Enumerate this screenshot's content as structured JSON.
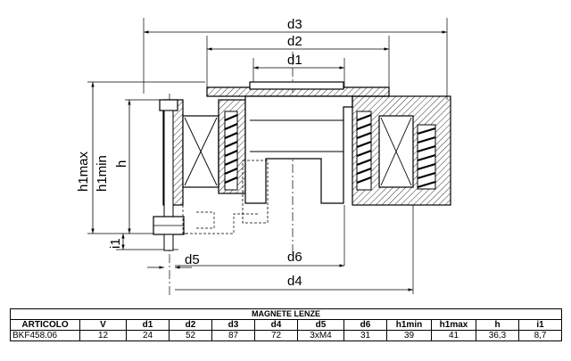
{
  "drawing": {
    "labels": {
      "d3": "d3",
      "d2": "d2",
      "d1": "d1",
      "d6": "d6",
      "d4": "d4",
      "d5": "d5",
      "h1max": "h1max",
      "h1min": "h1min",
      "h": "h",
      "i1": "i1"
    }
  },
  "table": {
    "title": "MAGNETE LENZE",
    "headers": [
      "ARTICOLO",
      "V",
      "d1",
      "d2",
      "d3",
      "d4",
      "d5",
      "d6",
      "h1min",
      "h1max",
      "h",
      "i1"
    ],
    "rows": [
      [
        "BKF458.06",
        "12",
        "24",
        "52",
        "87",
        "72",
        "3xM4",
        "31",
        "39",
        "41",
        "36,3",
        "8,7"
      ]
    ]
  }
}
